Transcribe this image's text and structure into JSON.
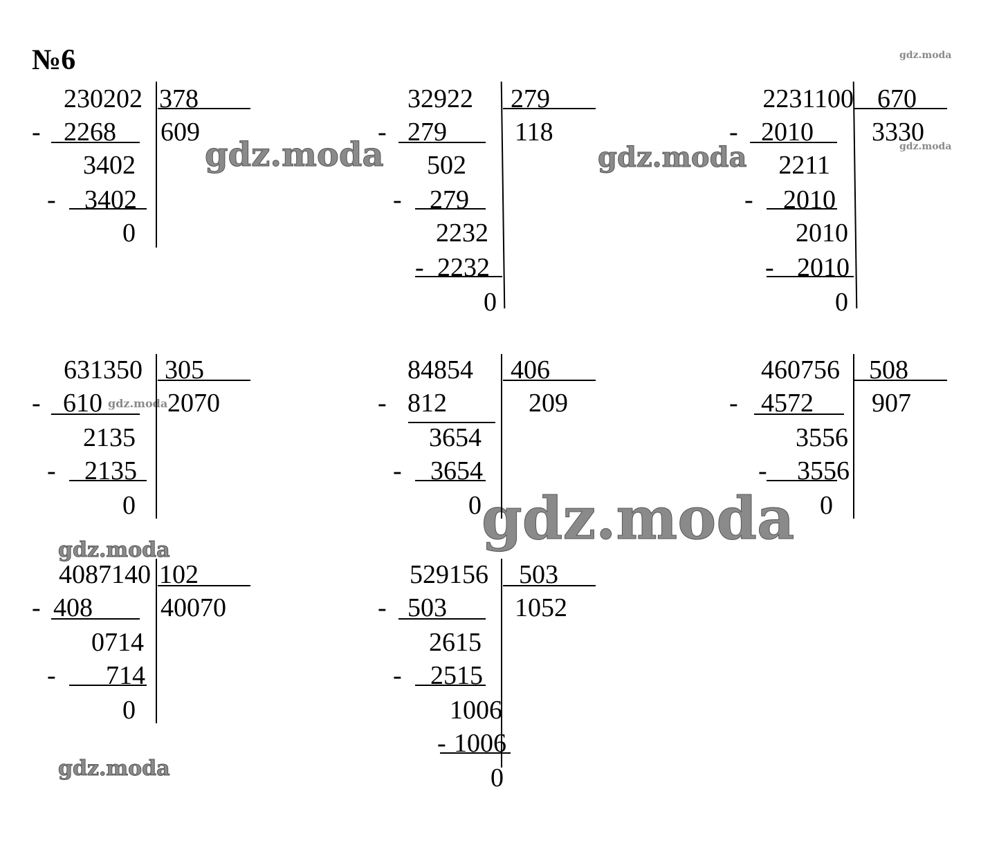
{
  "title": "№6",
  "watermark": "gdz.moda",
  "problems": [
    {
      "dividend": "230202",
      "divisor": "378",
      "quotient": "609",
      "steps": [
        "2268",
        "3402",
        "3402",
        "0"
      ]
    },
    {
      "dividend": "32922",
      "divisor": "279",
      "quotient": "118",
      "steps": [
        "279",
        "502",
        "279",
        "2232",
        "2232",
        "0"
      ]
    },
    {
      "dividend": "2231100",
      "divisor": "670",
      "quotient": "3330",
      "steps": [
        "2010",
        "2211",
        "2010",
        "2010",
        "2010",
        "0"
      ]
    },
    {
      "dividend": "631350",
      "divisor": "305",
      "quotient": "2070",
      "steps": [
        "610",
        "2135",
        "2135",
        "0"
      ]
    },
    {
      "dividend": "84854",
      "divisor": "406",
      "quotient": "209",
      "steps": [
        "812",
        "3654",
        "3654",
        "0"
      ]
    },
    {
      "dividend": "460756",
      "divisor": "508",
      "quotient": "907",
      "steps": [
        "4572",
        "3556",
        "3556",
        "0"
      ]
    },
    {
      "dividend": "4087140",
      "divisor": "102",
      "quotient": "40070",
      "steps": [
        "408",
        "0714",
        "714",
        "0"
      ]
    },
    {
      "dividend": "529156",
      "divisor": "503",
      "quotient": "1052",
      "steps": [
        "503",
        "2615",
        "2515",
        "1006",
        "1006",
        "0"
      ]
    }
  ],
  "minus_sign": "-"
}
